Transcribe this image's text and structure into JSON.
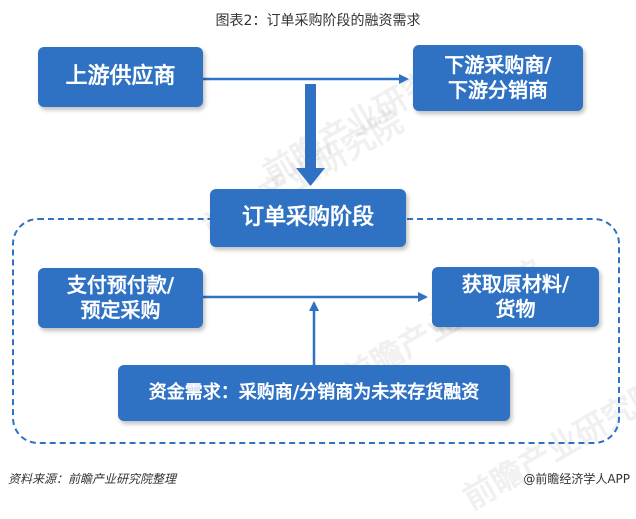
{
  "title": "图表2：订单采购阶段的融资需求",
  "nodes": {
    "upstream": [
      "上游供应商"
    ],
    "downstream": [
      "下游采购商/",
      "下游分销商"
    ],
    "order_stage": [
      "订单采购阶段"
    ],
    "payment": [
      "支付预付款/",
      "预定采购"
    ],
    "obtain": [
      "获取原材料/",
      "货物"
    ],
    "capital_need": [
      "资金需求：采购商/分销商为未来存货融资"
    ]
  },
  "watermark": "前瞻产业研究院",
  "footer": {
    "source": "资料来源：前瞻产业研究院整理",
    "credit": "@前瞻经济学人APP"
  },
  "colors": {
    "box": "#2f72c4",
    "arrow": "#2f72c4"
  }
}
